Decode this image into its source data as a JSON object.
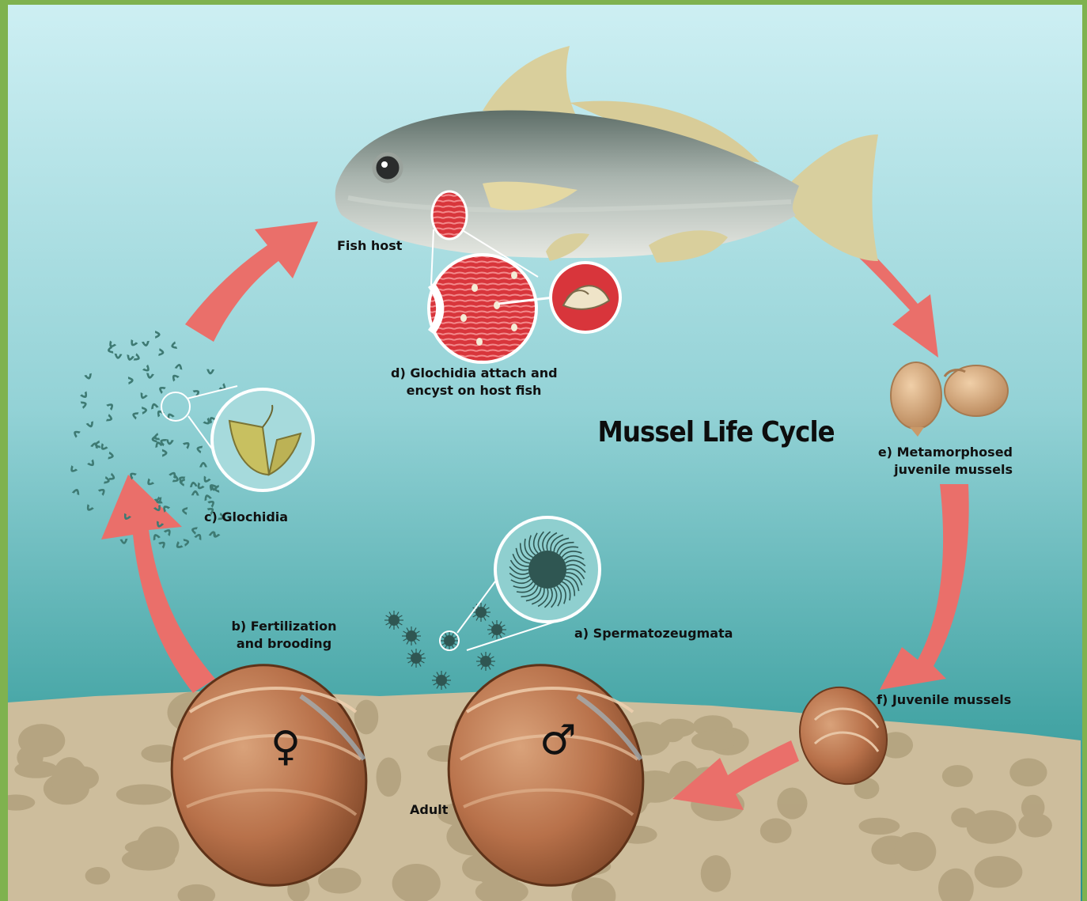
{
  "title": "Mussel Life Cycle",
  "stages": {
    "fish_host": "Fish host",
    "d_line1": "d) Glochidia attach and",
    "d_line2": "encyst on host fish",
    "e_line1": "e)  Metamorphosed",
    "e_line2": "juvenile mussels",
    "f": "f) Juvenile mussels",
    "a": "a) Spermatozeugmata",
    "b_line1": "b) Fertilization",
    "b_line2": "and brooding",
    "c": "c) Glochidia",
    "adult": "Adult"
  },
  "symbols": {
    "female": "♀",
    "male": "♂"
  },
  "colors": {
    "frame": "#7fb24f",
    "water_top": "#cdeef2",
    "water_bottom": "#2f9595",
    "arrow": "#ea6f6a",
    "sediment": "#cbbb9a",
    "glochidia": "#3e7a73"
  }
}
